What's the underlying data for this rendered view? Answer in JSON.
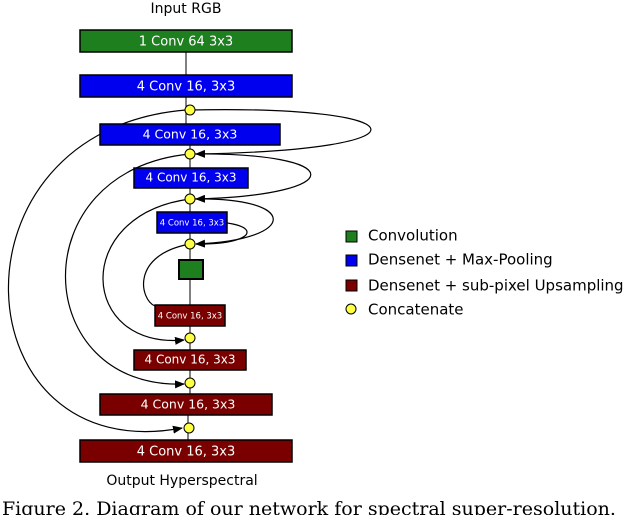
{
  "input_label": "Input RGB",
  "output_label": "Output Hyperspectral",
  "blocks": [
    {
      "id": "conv-in",
      "text": "1 Conv 64 3x3",
      "kind": "convolution"
    },
    {
      "id": "dense-down-1",
      "text": "4 Conv 16, 3x3",
      "kind": "densenet-maxpool"
    },
    {
      "id": "dense-down-2",
      "text": "4 Conv 16, 3x3",
      "kind": "densenet-maxpool"
    },
    {
      "id": "dense-down-3",
      "text": "4 Conv 16, 3x3",
      "kind": "densenet-maxpool"
    },
    {
      "id": "dense-down-4",
      "text": "4 Conv 16, 3x3",
      "kind": "densenet-maxpool"
    },
    {
      "id": "bottleneck-conv",
      "text": "",
      "kind": "convolution"
    },
    {
      "id": "dense-up-1",
      "text": "4 Conv 16, 3x3",
      "kind": "densenet-upsample"
    },
    {
      "id": "dense-up-2",
      "text": "4 Conv 16, 3x3",
      "kind": "densenet-upsample"
    },
    {
      "id": "dense-up-3",
      "text": "4 Conv 16, 3x3",
      "kind": "densenet-upsample"
    },
    {
      "id": "dense-up-4",
      "text": "4 Conv 16, 3x3",
      "kind": "densenet-upsample"
    }
  ],
  "legend": [
    {
      "label": "Convolution",
      "color": "#1e7f1e",
      "shape": "square"
    },
    {
      "label": "Densenet + Max-Pooling",
      "color": "#0000ee",
      "shape": "square"
    },
    {
      "label": "Densenet + sub-pixel Upsampling",
      "color": "#7a0000",
      "shape": "square"
    },
    {
      "label": "Concatenate",
      "color": "#ffff44",
      "shape": "circle"
    }
  ],
  "caption": "Figure 2. Diagram of our network for spectral super-resolution."
}
